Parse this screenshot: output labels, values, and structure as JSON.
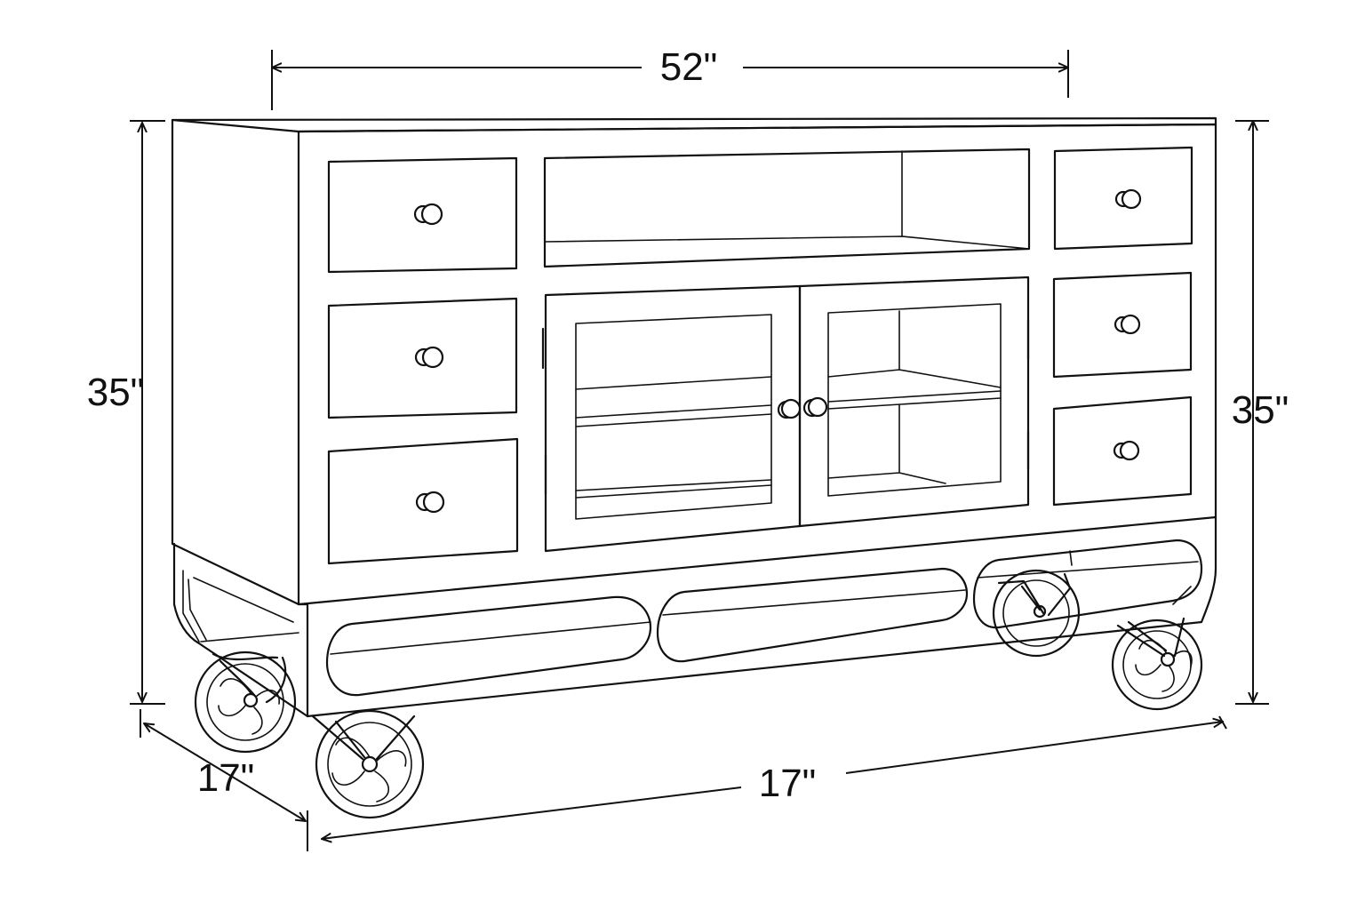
{
  "diagram": {
    "dimensions": {
      "top_width": "52\"",
      "left_height": "35\"",
      "right_height": "35\"",
      "depth_left": "17\"",
      "bottom_width": "17\""
    },
    "colors": {
      "line": "#111111",
      "background": "#ffffff"
    }
  }
}
